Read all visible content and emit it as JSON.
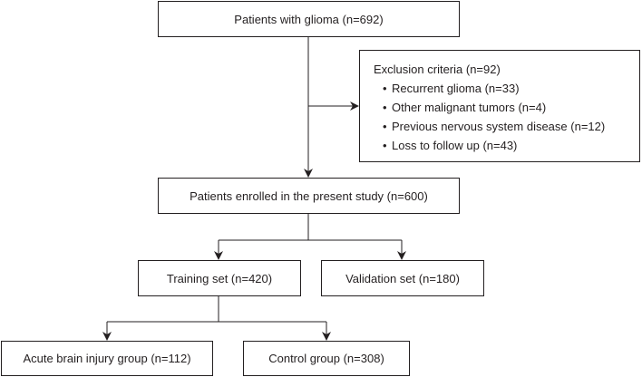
{
  "boxes": {
    "top": "Patients with glioma (n=692)",
    "exclusion_title": "Exclusion criteria (n=92)",
    "exclusion_items": [
      "Recurrent glioma (n=33)",
      "Other malignant tumors (n=4)",
      "Previous nervous system disease (n=12)",
      "Loss to follow up (n=43)"
    ],
    "enrolled": "Patients enrolled in the present study (n=600)",
    "training": "Training set (n=420)",
    "validation": "Validation set (n=180)",
    "acute": "Acute brain injury group (n=112)",
    "control": "Control group (n=308)"
  }
}
